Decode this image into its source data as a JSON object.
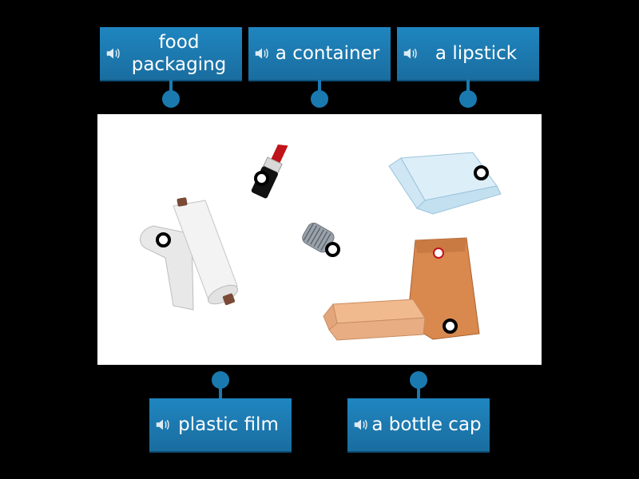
{
  "labels": {
    "top": [
      "food\npackaging",
      "a container",
      "a lipstick"
    ],
    "bottom": [
      "plastic film",
      "a bottle cap"
    ]
  },
  "colors": {
    "tile": "#1a7ab0",
    "background": "#000000",
    "board": "#ffffff"
  },
  "icons": {
    "audio": "speaker-icon"
  }
}
